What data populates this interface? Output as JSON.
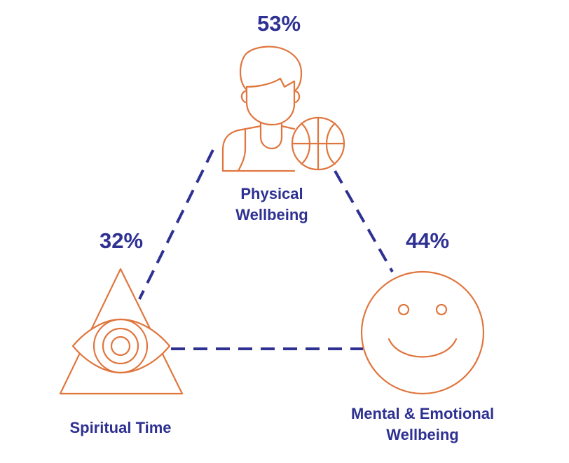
{
  "colors": {
    "accent": "#e0763e",
    "text": "#2e3192",
    "dash": "#2e3192"
  },
  "nodes": {
    "physical": {
      "percent": "53%",
      "label_line1": "Physical",
      "label_line2": "Wellbeing",
      "icon": "athlete-with-basketball-icon"
    },
    "spiritual": {
      "percent": "32%",
      "label": "Spiritual Time",
      "icon": "eye-in-triangle-icon"
    },
    "mental": {
      "percent": "44%",
      "label_line1": "Mental & Emotional",
      "label_line2": "Wellbeing",
      "icon": "smiley-face-icon"
    }
  }
}
